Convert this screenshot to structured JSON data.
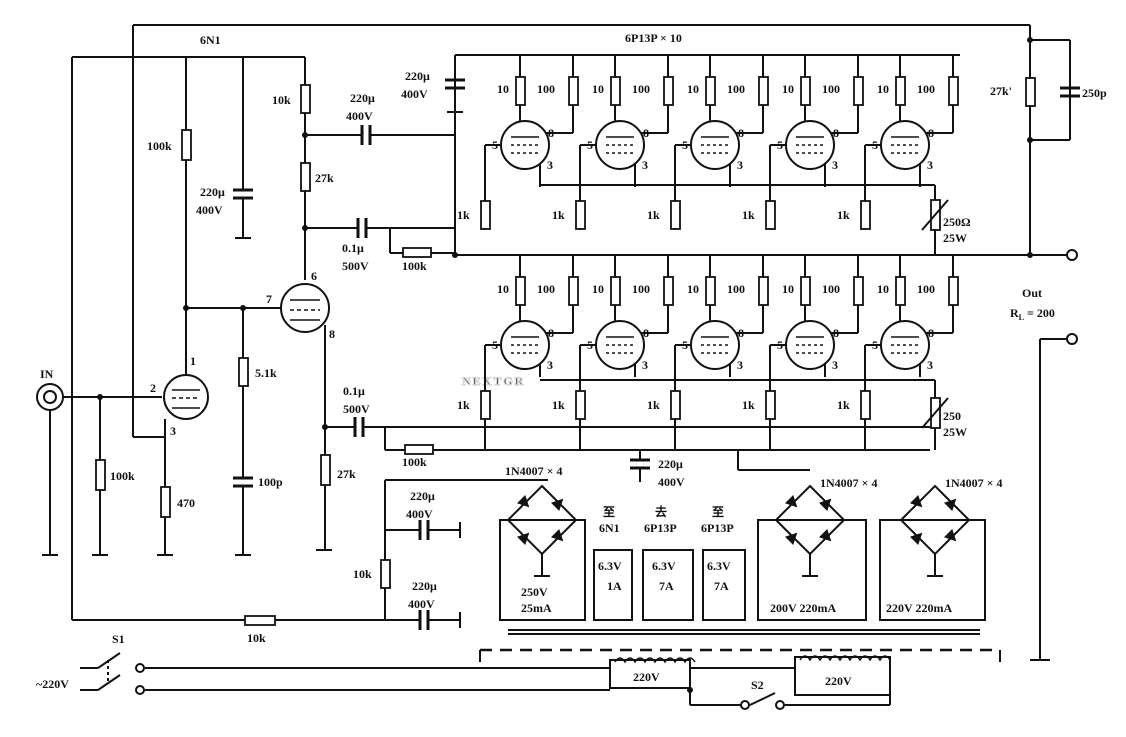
{
  "labels": {
    "v1": "6N1",
    "outputTubes": "6P13P × 10",
    "in": "IN",
    "out": "Out",
    "load": "R",
    "loadSub": "L",
    "loadVal": " = 200",
    "mains": "~220V",
    "s1": "S1",
    "s2": "S2",
    "primary1": "220V",
    "primary2": "220V",
    "bridge1": "1N4007 × 4",
    "bridge2": "1N4007 × 4",
    "bridge3": "1N4007 × 4",
    "sec1a": "250V",
    "sec1b": "25mA",
    "sec2": "200V 220mA",
    "sec3": "220V 220mA",
    "fil1to": "至",
    "fil1tube": "6N1",
    "fil1v": "6.3V",
    "fil1a": "1A",
    "fil2to": "去",
    "fil2tube": "6P13P",
    "fil2v": "6.3V",
    "fil2a": "7A",
    "fil3to": "至",
    "fil3tube": "6P13P",
    "fil3v": "6.3V",
    "fil3a": "7A",
    "r100k_a": "100k",
    "r100k_b": "100k",
    "r470": "470",
    "r10k_top": "10k",
    "r27k_mid": "27k",
    "r51k": "5.1k",
    "c100p": "100p",
    "r27k_low": "27k",
    "c220_top_a": "220μ",
    "c220_top_b": "400V",
    "c220_left_a": "220μ",
    "c220_left_b": "400V",
    "c220_cpl_a": "220μ",
    "c220_cpl_b": "400V",
    "c01_a": "0.1μ",
    "c01_b": "500V",
    "c01b_a": "0.1μ",
    "c01b_b": "500V",
    "r100k_c": "100k",
    "r100k_d": "100k",
    "c220_mid_a": "220μ",
    "c220_mid_b": "400V",
    "c220_ps1a": "220μ",
    "c220_ps1b": "400V",
    "c220_ps2a": "220μ",
    "c220_ps2b": "400V",
    "r10k_ps": "10k",
    "r10k_fb": "10k",
    "r27k_fb": "27k'",
    "c250p": "250p",
    "rpot1a": "250Ω",
    "rpot1b": "25W",
    "rpot2a": "250",
    "rpot2b": "25W",
    "g1": "10",
    "g2": "100",
    "rk": "1k",
    "pin1": "1",
    "pin2": "2",
    "pin3": "3",
    "pin5": "5",
    "pin6": "6",
    "pin7": "7",
    "pin8": "8",
    "watermark": "NEXTGR"
  }
}
